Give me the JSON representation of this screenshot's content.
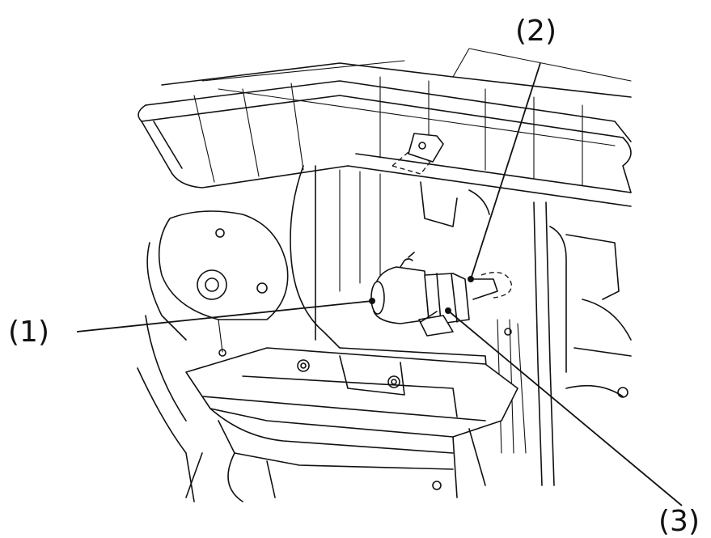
{
  "callouts": [
    {
      "id": "1",
      "label": "(1)"
    },
    {
      "id": "2",
      "label": "(2)"
    },
    {
      "id": "3",
      "label": "(3)"
    }
  ],
  "colors": {
    "ink": "#111111",
    "background": "#ffffff"
  }
}
